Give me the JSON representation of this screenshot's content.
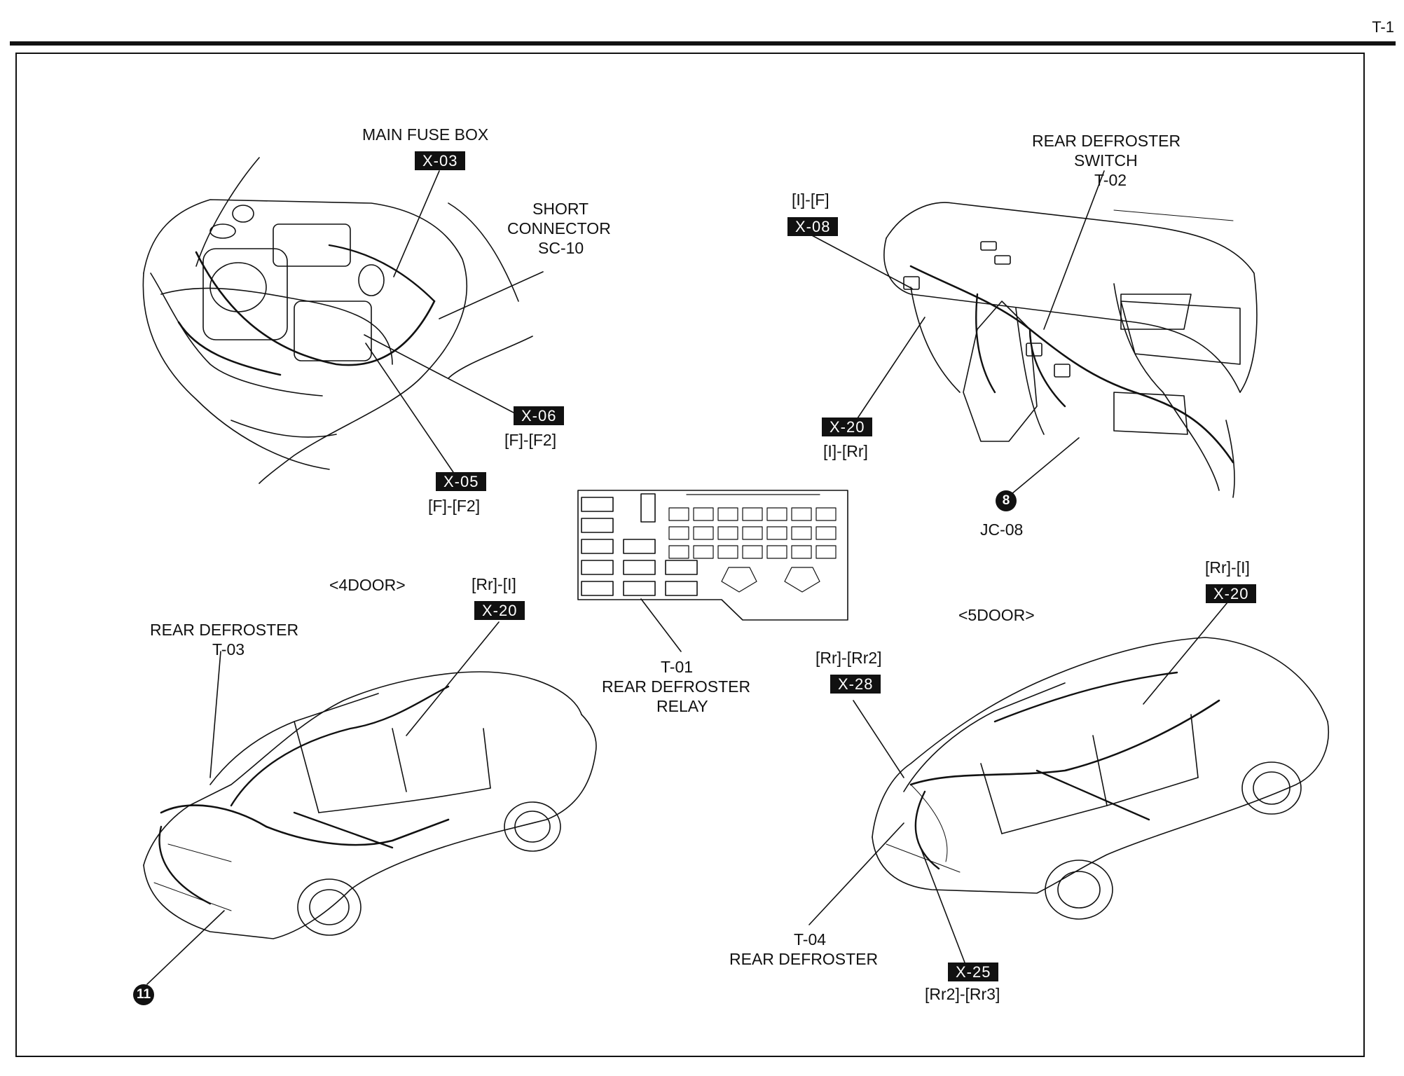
{
  "page_code": "T-1",
  "views": {
    "engine_bay": {
      "main_fuse_box": {
        "label": "MAIN FUSE BOX",
        "connector": "X-03"
      },
      "short_connector": {
        "line1": "SHORT",
        "line2": "CONNECTOR",
        "code": "SC-10"
      },
      "connector_x06": {
        "code": "X-06",
        "pins": "[F]-[F2]"
      },
      "connector_x05": {
        "code": "X-05",
        "pins": "[F]-[F2]"
      }
    },
    "dashboard": {
      "switch": {
        "line1": "REAR DEFROSTER",
        "line2": "SWITCH",
        "code": "T-02"
      },
      "connector_x08": {
        "code": "X-08",
        "pins": "[I]-[F]"
      },
      "connector_x20": {
        "code": "X-20",
        "pins": "[I]-[Rr]"
      },
      "joint": {
        "number": "8",
        "code": "JC-08"
      }
    },
    "relay_box": {
      "relay": {
        "code": "T-01",
        "line1": "REAR DEFROSTER",
        "line2": "RELAY"
      }
    },
    "sedan_4door": {
      "title": "<4DOOR>",
      "rear_defroster": {
        "line1": "REAR DEFROSTER",
        "code": "T-03"
      },
      "connector_x20": {
        "code": "X-20",
        "pins": "[Rr]-[I]"
      },
      "ground": {
        "number": "11"
      }
    },
    "hatch_5door": {
      "title": "<5DOOR>",
      "connector_x20": {
        "code": "X-20",
        "pins": "[Rr]-[I]"
      },
      "connector_x28": {
        "code": "X-28",
        "pins": "[Rr]-[Rr2]"
      },
      "rear_defroster": {
        "code": "T-04",
        "line1": "REAR DEFROSTER"
      },
      "connector_x25": {
        "code": "X-25",
        "pins": "[Rr2]-[Rr3]"
      }
    }
  },
  "colors": {
    "ink": "#111111",
    "paper": "#ffffff",
    "tag_text": "#ffffff"
  }
}
